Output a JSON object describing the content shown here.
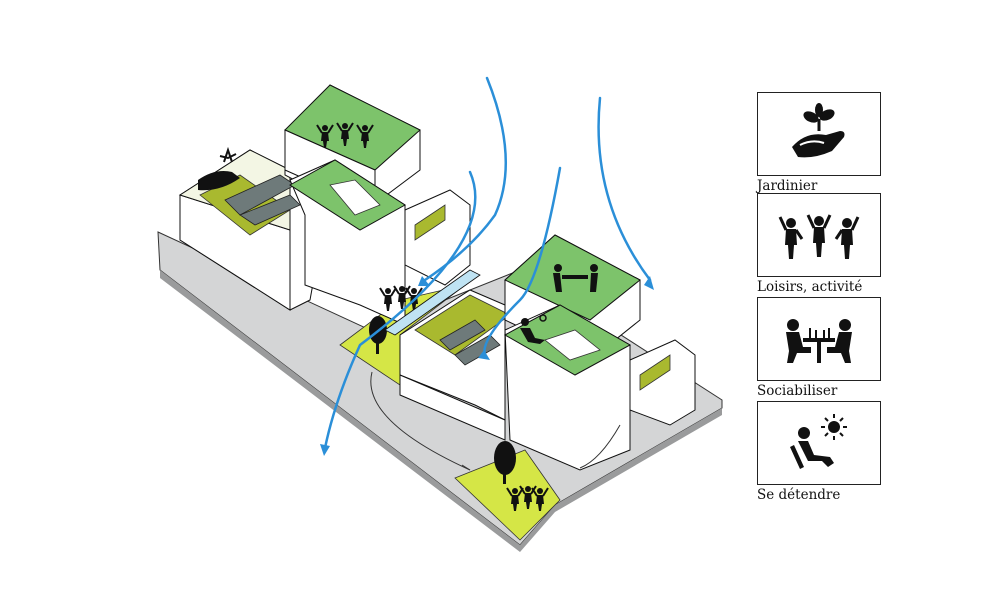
{
  "legend": [
    {
      "label": "Jardinier",
      "icon": "hand-plant-icon"
    },
    {
      "label": "Loisirs, activité",
      "icon": "people-dancing-icon"
    },
    {
      "label": "Sociabiliser",
      "icon": "people-table-icon"
    },
    {
      "label": "Se détendre",
      "icon": "relax-sun-icon"
    }
  ],
  "colors": {
    "roof_green": "#7dc36b",
    "lime": "#d5e646",
    "olive": "#a9b92f",
    "ground": "#d4d5d6",
    "wind": "#2b8fd8",
    "wall": "#ffffff",
    "line": "#111111"
  }
}
